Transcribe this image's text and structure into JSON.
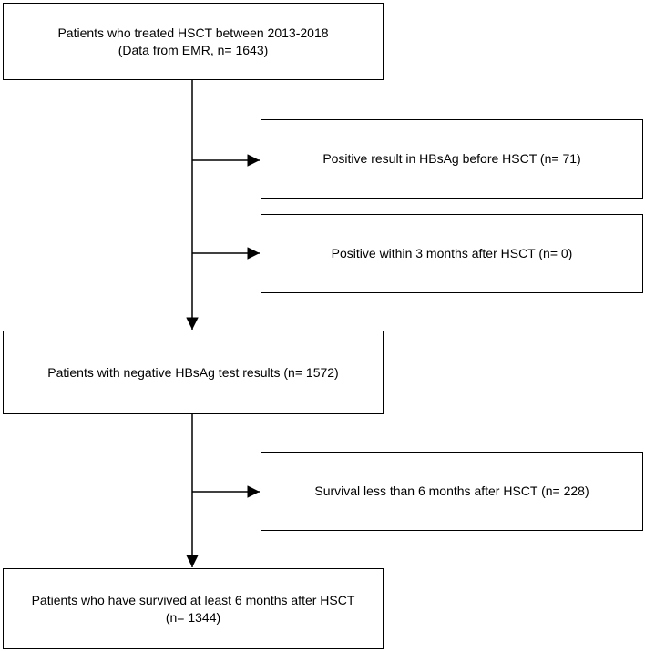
{
  "boxes": {
    "start": {
      "line1": "Patients who treated HSCT between 2013-2018",
      "line2": "(Data from EMR, n= 1643)"
    },
    "excl_hbsag_before": {
      "line1": "Positive result in HBsAg before HSCT (n= 71)"
    },
    "excl_within_3_months": {
      "line1": "Positive within 3 months after HSCT  (n= 0)"
    },
    "negative": {
      "line1": "Patients with negative HBsAg test results (n= 1572)"
    },
    "excl_survival": {
      "line1": "Survival less than 6 months after HSCT (n= 228)"
    },
    "final": {
      "line1": "Patients who have survived at least 6 months after HSCT",
      "line2": "(n= 1344)"
    }
  }
}
